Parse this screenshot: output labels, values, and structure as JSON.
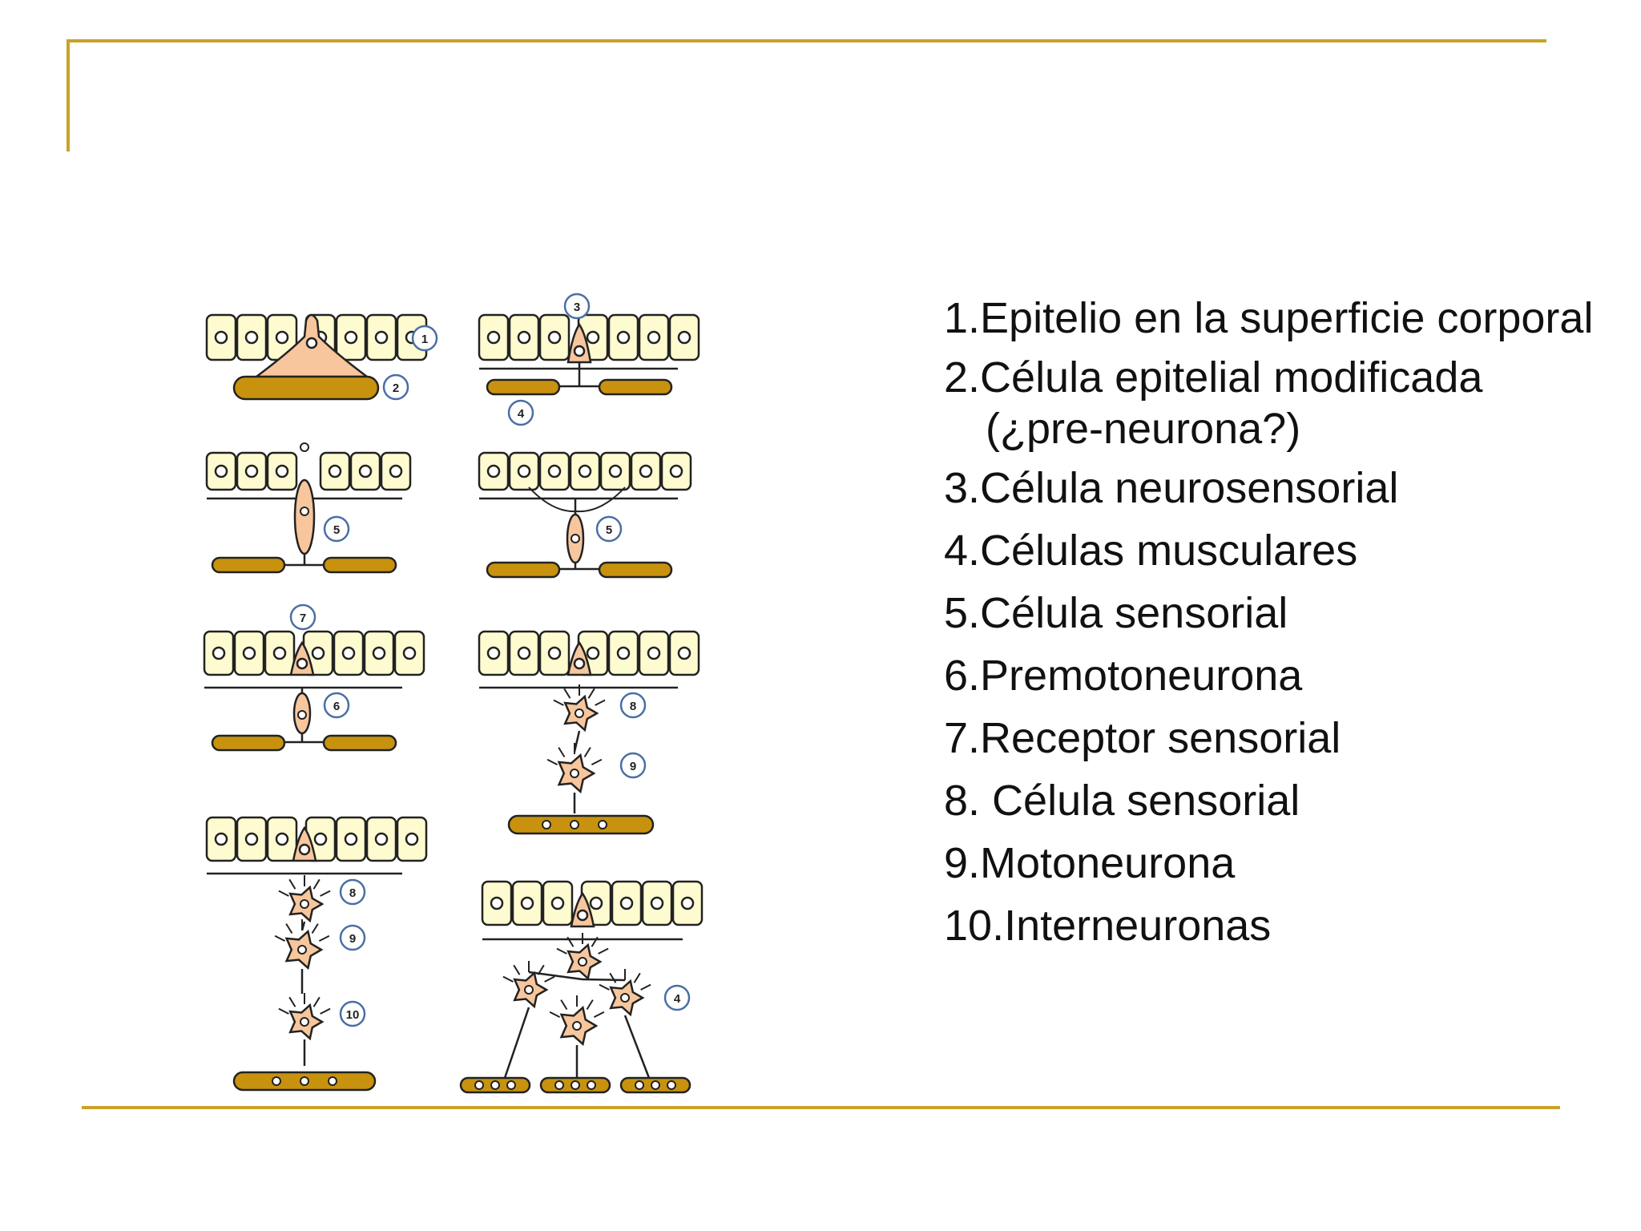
{
  "colors": {
    "frame": "#c9a227",
    "epithelial_cell": "#fdfbcf",
    "neuron_fill": "#f7c69c",
    "muscle": "#c8920e",
    "marker_stroke": "#4a6fa5"
  },
  "legend": {
    "items": [
      "1.Epitelio en la superficie corporal",
      "2.Célula epitelial modificada (¿pre-neurona?)",
      "3.Célula neurosensorial",
      "4.Células musculares",
      "5.Célula sensorial",
      "6.Premotoneurona",
      "7.Receptor sensorial",
      "8. Célula sensorial",
      "9.Motoneurona",
      "10.Interneuronas"
    ]
  },
  "figure": {
    "markers": [
      "1",
      "2",
      "3",
      "4",
      "5",
      "5",
      "7",
      "6",
      "8",
      "9",
      "8",
      "9",
      "10",
      "4"
    ]
  }
}
